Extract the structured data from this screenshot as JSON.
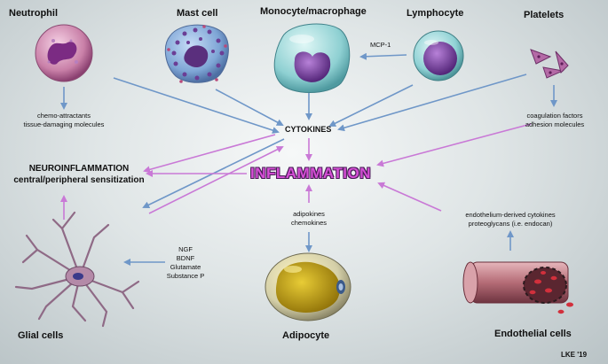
{
  "cells": {
    "neutrophil": "Neutrophil",
    "mast_cell": "Mast cell",
    "monocyte": "Monocyte/macrophage",
    "lymphocyte": "Lymphocyte",
    "platelets": "Platelets",
    "glial": "Glial cells",
    "adipocyte": "Adipocyte",
    "endothelial": "Endothelial cells"
  },
  "center": {
    "cytokines": "CYTOKINES",
    "inflammation": "INFLAMMATION"
  },
  "neuroinflammation": {
    "line1": "NEUROINFLAMMATION",
    "line2": "central/peripheral sensitization"
  },
  "annotations": {
    "mcp1": "MCP-1",
    "neutrophil_out": [
      "chemo-attractants",
      "tissue-damaging molecules"
    ],
    "platelets_out": [
      "coagulation factors",
      "adhesion molecules"
    ],
    "adipocyte_out": [
      "adipokines",
      "chemokines"
    ],
    "endothelial_out": [
      "endothelium-derived cytokines",
      "proteoglycans (i.e. endocan)"
    ],
    "glial_in": [
      "NGF",
      "BDNF",
      "Glutamate",
      "Substance P"
    ]
  },
  "signature": "LKE '19",
  "colors": {
    "blue_arrow": "#6f97c8",
    "pink_arrow": "#c979d6",
    "inflammation_text": "#d64fd6"
  }
}
